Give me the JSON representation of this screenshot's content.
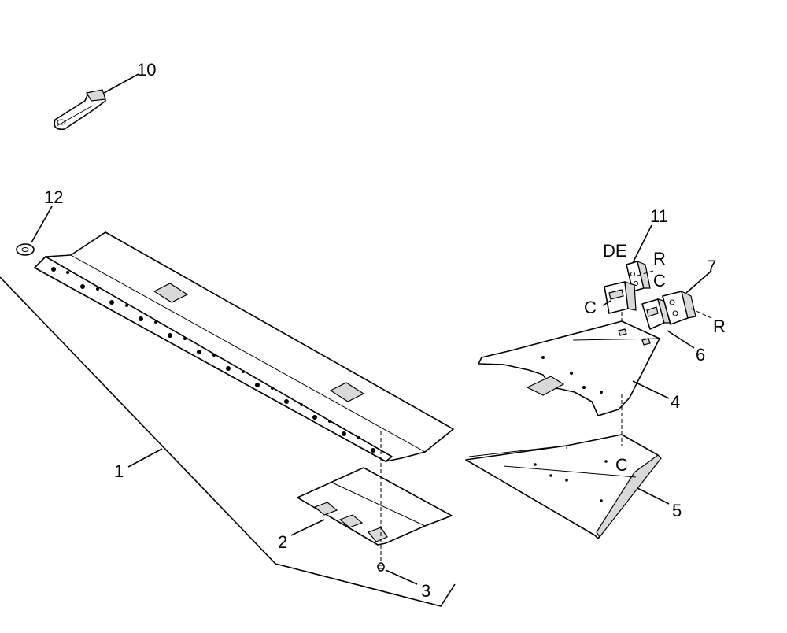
{
  "callouts": {
    "c1": "1",
    "c2": "2",
    "c3": "3",
    "c4": "4",
    "c5": "5",
    "c6": "6",
    "c7": "7",
    "c10": "10",
    "c11": "11",
    "c12": "12"
  },
  "markers": {
    "de": "DE",
    "r_upper": "R",
    "c_upper": "C",
    "c_left": "C",
    "r_lower": "R",
    "c_plate": "C"
  }
}
